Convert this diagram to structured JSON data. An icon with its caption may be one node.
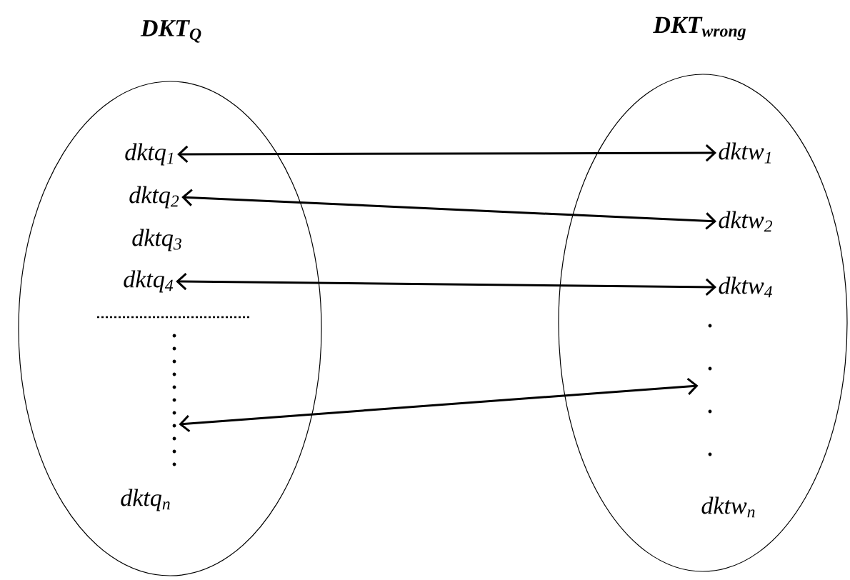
{
  "diagram": {
    "nodes": [
      {
        "text": [
          "DKT$_{Q}$"
        ]
      },
      {
        "text": [
          "dktq$_{1}$"
        ],
        "in": 0
      },
      {
        "text": [
          "dktq$_{2}$"
        ],
        "in": 0
      },
      {
        "text": [
          "dktq$_{3}$"
        ],
        "in": 0
      },
      {
        "text": [
          "dktq$_{4}$"
        ],
        "in": 0
      },
      {
        "text": [],
        "shape": "dots",
        "in": 0
      },
      {
        "text": [
          "dktq$_{n}$"
        ],
        "in": 0
      },
      {
        "text": [
          "DKT$_{wrong}$"
        ]
      },
      {
        "text": [
          "dktw$_{1}$"
        ],
        "in": 7
      },
      {
        "text": [
          "dktw$_{2}$"
        ],
        "in": 7
      },
      {
        "text": [
          "dktw$_{4}$"
        ],
        "in": 7
      },
      {
        "text": [],
        "shape": "dots",
        "in": 7
      },
      {
        "text": [
          "dktw$_{n}$"
        ],
        "in": 7
      }
    ],
    "edges": [
      {
        "from": 1,
        "to": 8,
        "arrow": "both"
      },
      {
        "from": 2,
        "to": 9,
        "arrow": "both"
      },
      {
        "from": 4,
        "to": 10,
        "arrow": "both"
      },
      {
        "from": 5,
        "to": 11,
        "arrow": "both"
      }
    ]
  }
}
